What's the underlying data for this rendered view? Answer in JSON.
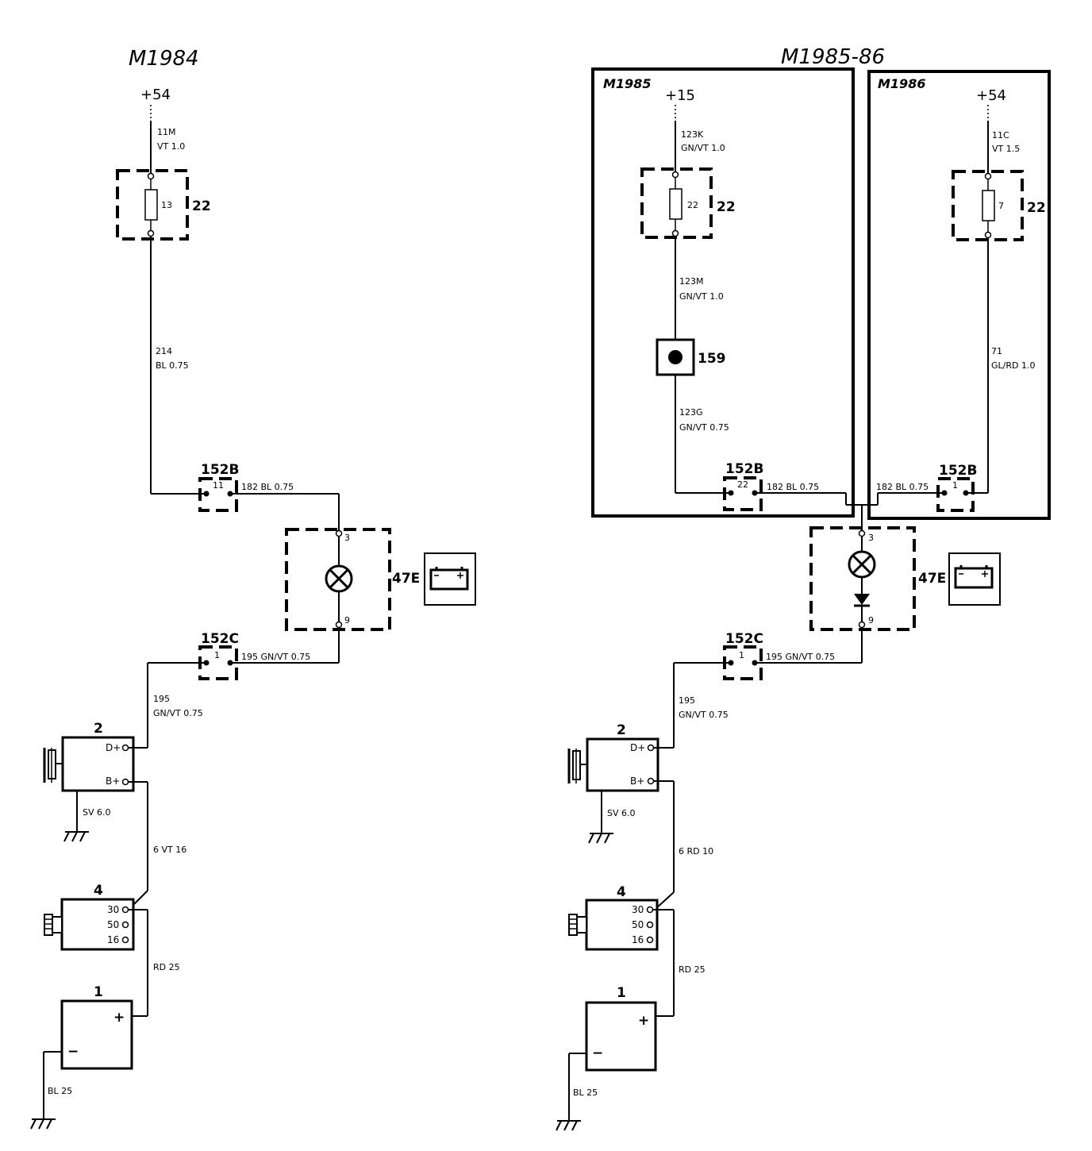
{
  "left": {
    "title": "M1984",
    "supply": "+54",
    "wire_11m": {
      "id": "11M",
      "spec": "VT 1.0"
    },
    "fuse": {
      "ref": "22",
      "num": "13"
    },
    "wire_214": {
      "id": "214",
      "spec": "BL 0.75"
    },
    "conn_152b": {
      "ref": "152B",
      "pin": "11",
      "wire": "182 BL 0.75"
    },
    "lamp": {
      "ref": "47E",
      "pin_top": "3",
      "pin_bottom": "9"
    },
    "conn_152c": {
      "ref": "152C",
      "pin": "1",
      "wire": "195 GN/VT 0.75"
    },
    "wire_195": {
      "id": "195",
      "spec": "GN/VT 0.75"
    },
    "alternator": {
      "ref": "2",
      "d_plus": "D+",
      "b_plus": "B+",
      "ground_wire": "SV 6.0"
    },
    "wire_6": "6 VT 16",
    "starter": {
      "ref": "4",
      "t30": "30",
      "t50": "50",
      "t16": "16"
    },
    "wire_rd": "RD 25",
    "battery": {
      "ref": "1",
      "plus": "+",
      "minus": "−",
      "ground_wire": "BL 25"
    }
  },
  "right": {
    "title": "M1985-86",
    "m1985": {
      "label": "M1985",
      "supply": "+15",
      "wire_123k": {
        "id": "123K",
        "spec": "GN/VT 1.0"
      },
      "fuse": {
        "ref": "22",
        "num": "22"
      },
      "wire_123m": {
        "id": "123M",
        "spec": "GN/VT 1.0"
      },
      "component_159": "159",
      "wire_123g": {
        "id": "123G",
        "spec": "GN/VT 0.75"
      },
      "conn_152b": {
        "ref": "152B",
        "pin": "22",
        "wire": "182 BL 0.75"
      }
    },
    "m1986": {
      "label": "M1986",
      "supply": "+54",
      "wire_11c": {
        "id": "11C",
        "spec": "VT 1.5"
      },
      "fuse": {
        "ref": "22",
        "num": "7"
      },
      "wire_71": {
        "id": "71",
        "spec": "GL/RD 1.0"
      },
      "conn_152b": {
        "ref": "152B",
        "pin": "1",
        "wire": "182 BL 0.75"
      }
    },
    "lamp": {
      "ref": "47E",
      "pin_top": "3",
      "pin_bottom": "9"
    },
    "conn_152c": {
      "ref": "152C",
      "pin": "1",
      "wire": "195 GN/VT 0.75"
    },
    "wire_195": {
      "id": "195",
      "spec": "GN/VT 0.75"
    },
    "alternator": {
      "ref": "2",
      "d_plus": "D+",
      "b_plus": "B+",
      "ground_wire": "SV 6.0"
    },
    "wire_6": "6 RD 10",
    "starter": {
      "ref": "4",
      "t30": "30",
      "t50": "50",
      "t16": "16"
    },
    "wire_rd": "RD 25",
    "battery": {
      "ref": "1",
      "plus": "+",
      "minus": "−",
      "ground_wire": "BL 25"
    }
  },
  "icons": {
    "warning_symbol": "battery-charge-icon",
    "lamp_symbol": "lamp-icon",
    "diode_symbol": "diode-icon",
    "ground_symbol": "ground-icon",
    "alternator_symbol": "pulley-icon",
    "starter_symbol": "gear-icon"
  }
}
